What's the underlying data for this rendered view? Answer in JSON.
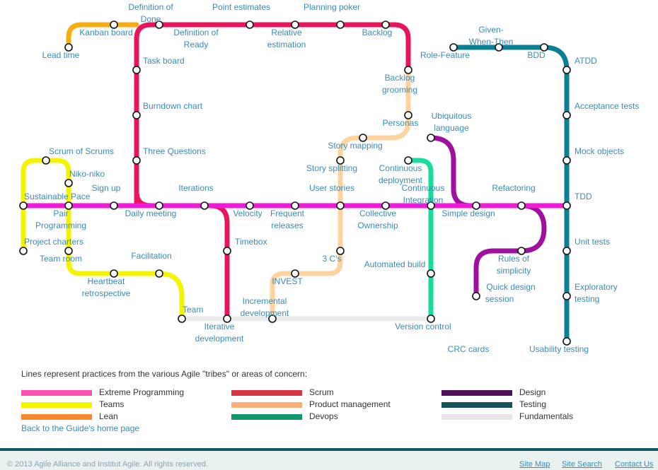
{
  "lines": [
    {
      "id": "pink",
      "tribe": "Extreme Programming",
      "color": "#ee1ad8"
    },
    {
      "id": "crimson",
      "tribe": "Scrum",
      "color": "#e8155b"
    },
    {
      "id": "yellow",
      "tribe": "Teams",
      "color": "#f4f400"
    },
    {
      "id": "orange",
      "tribe": "Lean",
      "color": "#f6ad14"
    },
    {
      "id": "peach",
      "tribe": "Product management",
      "color": "#fdd39f"
    },
    {
      "id": "green",
      "tribe": "Devops",
      "color": "#17dc9c"
    },
    {
      "id": "purple",
      "tribe": "Design",
      "color": "#a0109e"
    },
    {
      "id": "teal",
      "tribe": "Testing",
      "color": "#0b7f95"
    },
    {
      "id": "grey",
      "tribe": "Fundamentals",
      "color": "#ebebeb"
    }
  ],
  "stations": [
    "Definition of",
    "Done",
    "Point estimates",
    "Planning poker",
    "Kanban board",
    "Definition of",
    "Ready",
    "Relative",
    "estimation",
    "Backlog",
    "Lead time",
    "Task board",
    "Backlog",
    "grooming",
    "Burndown chart",
    "Personas",
    "Three Questions",
    "Story mapping",
    "Scrum of Scrums",
    "Story splitting",
    "Niko-niko",
    "Sign up",
    "Iterations",
    "User stories",
    "Continuous",
    "deployment",
    "Continuous",
    "Integration",
    "Sustainable Pace",
    "Pair",
    "Programming",
    "Daily meeting",
    "Velocity",
    "Frequent",
    "releases",
    "Collective",
    "Ownership",
    "Project charters",
    "Team room",
    "Timebox",
    "3 C's",
    "Automated build",
    "Facilitation",
    "INVEST",
    "Heartbeat",
    "retrospective",
    "Incremental",
    "development",
    "Team",
    "Iterative",
    "development",
    "Version control",
    "Ubiquitous",
    "language",
    "Refactoring",
    "Simple design",
    "Rules of",
    "simplicity",
    "Quick design",
    "session",
    "CRC cards",
    "Given-",
    "When-Then",
    "Role-Feature",
    "BDD",
    "ATDD",
    "Acceptance tests",
    "Mock objects",
    "TDD",
    "Unit tests",
    "Exploratory",
    "testing",
    "Usability testing"
  ],
  "legend": {
    "intro": "Lines represent practices from the various Agile \"tribes\" or areas of concern:",
    "items": [
      {
        "label": "Extreme Programming",
        "color": "#fc4fb2"
      },
      {
        "label": "Teams",
        "color": "#f4f400"
      },
      {
        "label": "Lean",
        "color": "#f6892e"
      },
      {
        "label": "Scrum",
        "color": "#d83341"
      },
      {
        "label": "Product management",
        "color": "#f9af7a"
      },
      {
        "label": "Devops",
        "color": "#14966d"
      },
      {
        "label": "Design",
        "color": "#4b1058"
      },
      {
        "label": "Testing",
        "color": "#174f5b"
      },
      {
        "label": "Fundamentals",
        "color": "#e5e5e5"
      }
    ]
  },
  "home_link": "Back to the Guide's home page",
  "footer": {
    "copyright": "© 2013 Agile Alliance and Institut Agile. All rights reserved.",
    "links": [
      "Site Map",
      "Site Search",
      "Contact Us"
    ]
  }
}
